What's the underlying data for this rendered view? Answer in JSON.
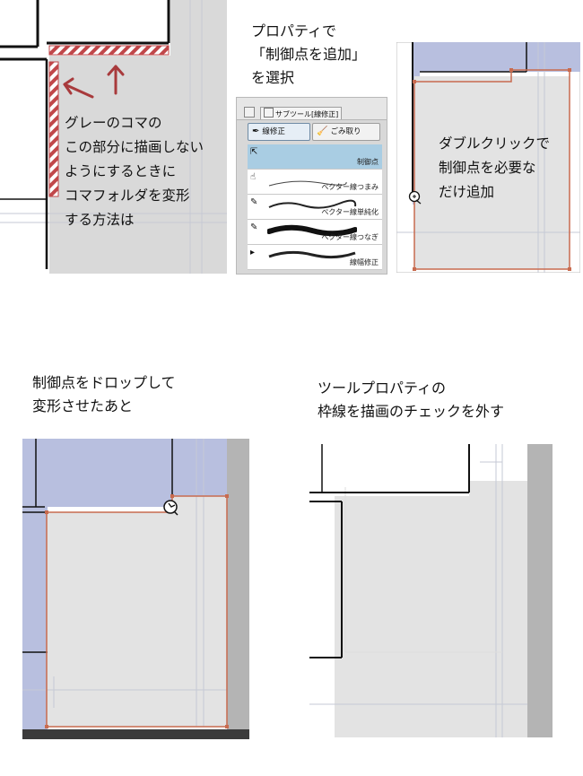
{
  "panel_top_left": {
    "caption_lines": [
      "グレーのコマの",
      "この部分に描画しない",
      "ようにするときに",
      "コマフォルダを変形",
      "する方法は"
    ]
  },
  "panel_top_mid": {
    "caption_lines": [
      "プロパティで",
      "「制御点を追加」",
      "を選択"
    ],
    "palette": {
      "tab_label": "サブツール[線修正]",
      "subtool_tabs": [
        {
          "label": "線修正",
          "icon": "pen-nib-icon"
        },
        {
          "label": "ごみ取り",
          "icon": "broom-icon"
        }
      ],
      "tools": [
        {
          "label": "制御点",
          "icon": "control-point-icon",
          "selected": true
        },
        {
          "label": "ベクター線つまみ",
          "icon": "vector-pinch-icon",
          "selected": false
        },
        {
          "label": "ベクター線単純化",
          "icon": "vector-simplify-icon",
          "selected": false
        },
        {
          "label": "ベクター線つなぎ",
          "icon": "vector-connect-icon",
          "selected": false
        },
        {
          "label": "線幅修正",
          "icon": "line-width-icon",
          "selected": false
        }
      ]
    }
  },
  "panel_top_right": {
    "caption_lines": [
      "ダブルクリックで",
      "制御点を必要な",
      "だけ追加"
    ]
  },
  "panel_bottom_left": {
    "caption_lines": [
      "制御点をドロップして",
      "変形させたあと"
    ]
  },
  "panel_bottom_right": {
    "caption_lines": [
      "ツールプロパティの",
      "枠線を描画のチェックを外す"
    ]
  },
  "colors": {
    "gray_frame": "#d9d9d9",
    "blue_selection": "#b8bfdf",
    "orange_path": "#c86b4f",
    "hatch_red": "#c0474a",
    "arrow_red": "#a83a3c",
    "palette_highlight": "#a9cde3"
  }
}
